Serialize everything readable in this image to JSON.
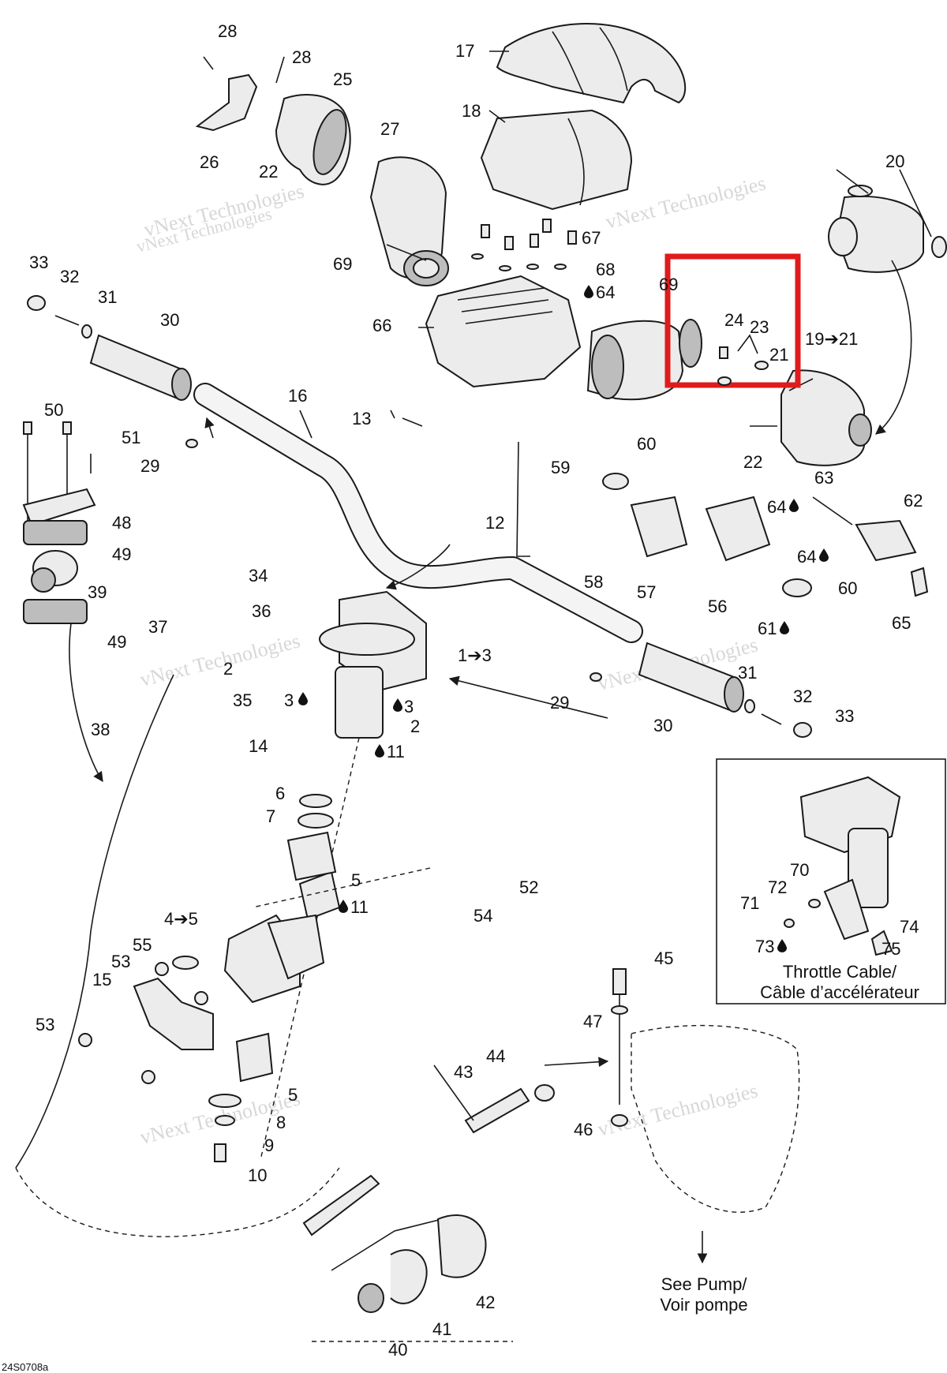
{
  "diagram": {
    "reference_code": "24S0708a",
    "watermark": "vNext Technologies",
    "highlight_color": "#e01b1b",
    "drop_icon": "oil-drop-icon",
    "callouts": {
      "c1_3": "1➔3",
      "c2a": "2",
      "c2b": "2",
      "c3a": "3",
      "c3b": "3",
      "c4_5": "4➔5",
      "c5a": "5",
      "c5b": "5",
      "c6": "6",
      "c7": "7",
      "c8": "8",
      "c9": "9",
      "c10": "10",
      "c11a": "11",
      "c11b": "11",
      "c12": "12",
      "c13": "13",
      "c14": "14",
      "c15": "15",
      "c16": "16",
      "c17": "17",
      "c18": "18",
      "c19_21": "19➔21",
      "c20": "20",
      "c21": "21",
      "c22a": "22",
      "c22b": "22",
      "c23": "23",
      "c24": "24",
      "c25": "25",
      "c26": "26",
      "c27": "27",
      "c28a": "28",
      "c28b": "28",
      "c29a": "29",
      "c29b": "29",
      "c30a": "30",
      "c30b": "30",
      "c31a": "31",
      "c31b": "31",
      "c32a": "32",
      "c32b": "32",
      "c33a": "33",
      "c33b": "33",
      "c34": "34",
      "c35": "35",
      "c36": "36",
      "c37": "37",
      "c38": "38",
      "c39": "39",
      "c40": "40",
      "c41": "41",
      "c42": "42",
      "c43": "43",
      "c44": "44",
      "c45": "45",
      "c46": "46",
      "c47": "47",
      "c48": "48",
      "c49a": "49",
      "c49b": "49",
      "c50": "50",
      "c51": "51",
      "c52": "52",
      "c53a": "53",
      "c53b": "53",
      "c54": "54",
      "c55": "55",
      "c56": "56",
      "c57": "57",
      "c58": "58",
      "c59": "59",
      "c60a": "60",
      "c60b": "60",
      "c61": "61",
      "c62": "62",
      "c63": "63",
      "c64a": "64",
      "c64b": "64",
      "c64c": "64",
      "c65": "65",
      "c66": "66",
      "c67": "67",
      "c68": "68",
      "c69a": "69",
      "c69b": "69",
      "c70": "70",
      "c71": "71",
      "c72": "72",
      "c73": "73",
      "c74": "74",
      "c75": "75"
    },
    "inset": {
      "caption_line1": "Throttle Cable/",
      "caption_line2": "Câble d’accélérateur"
    },
    "pump_note": {
      "line1": "See Pump/",
      "line2": "Voir pompe"
    }
  }
}
